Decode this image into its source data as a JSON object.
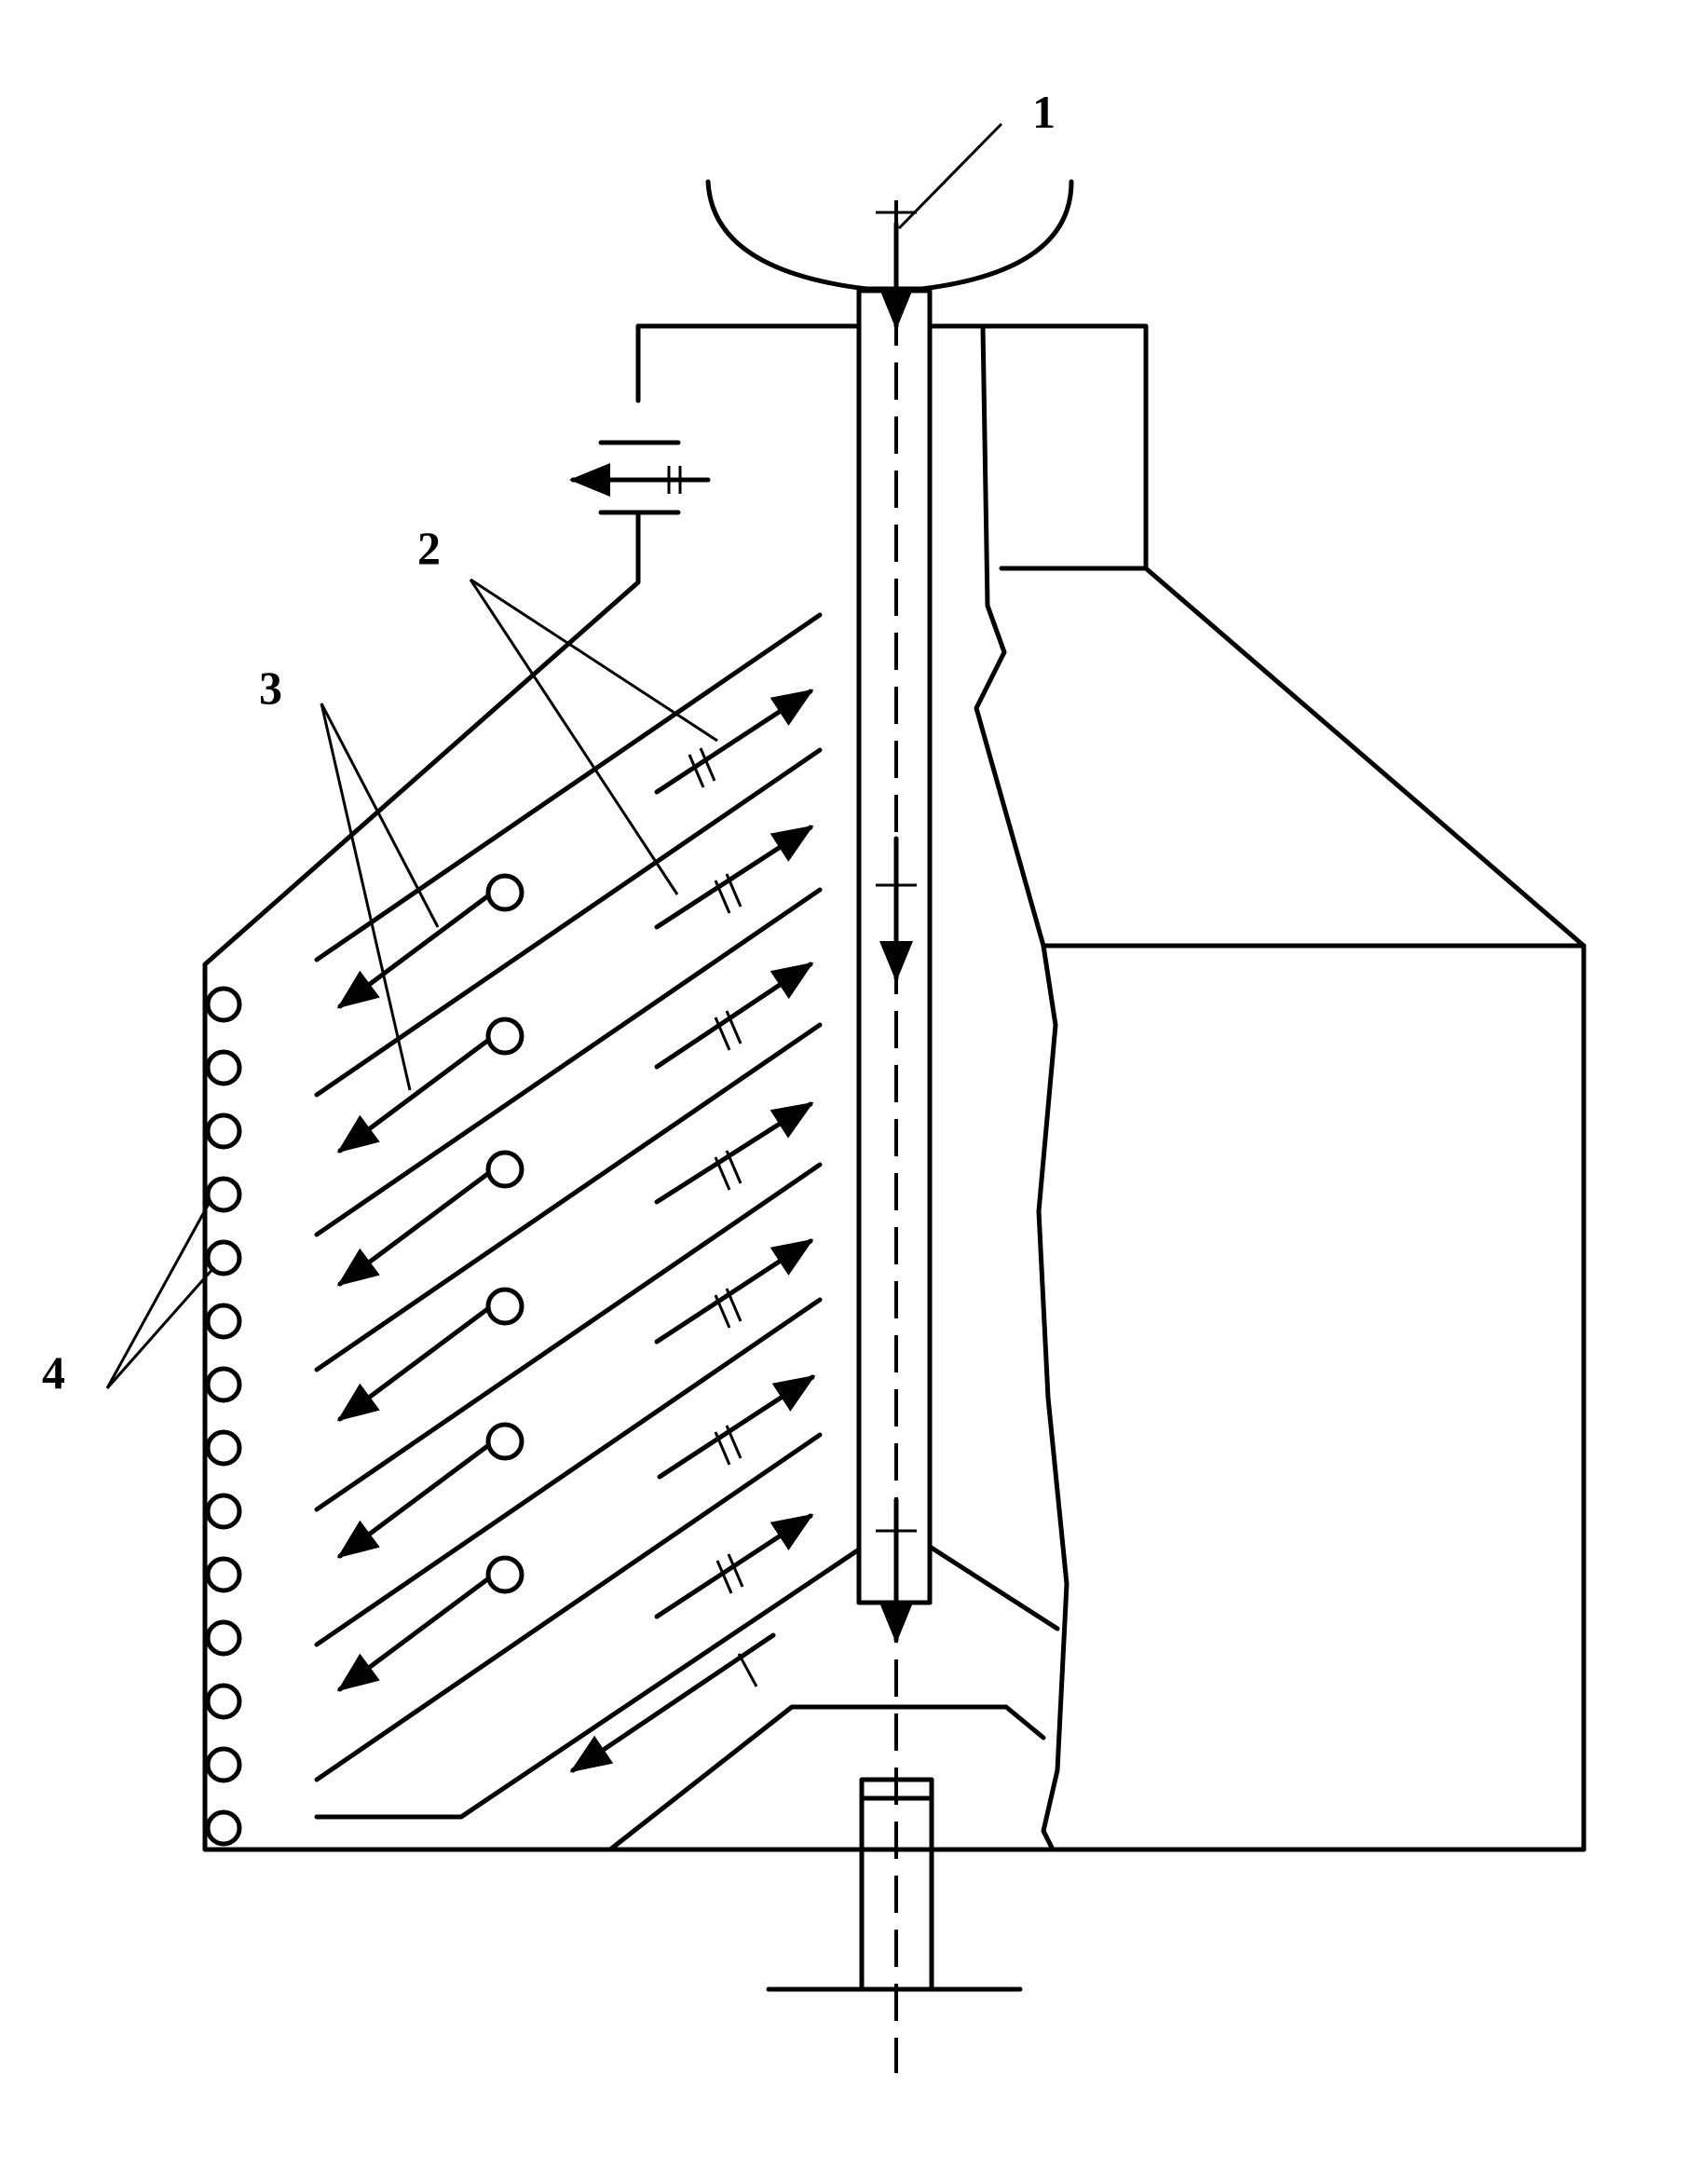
{
  "labels": {
    "l1": "1",
    "l2": "2",
    "l3": "3",
    "l4": "4"
  }
}
